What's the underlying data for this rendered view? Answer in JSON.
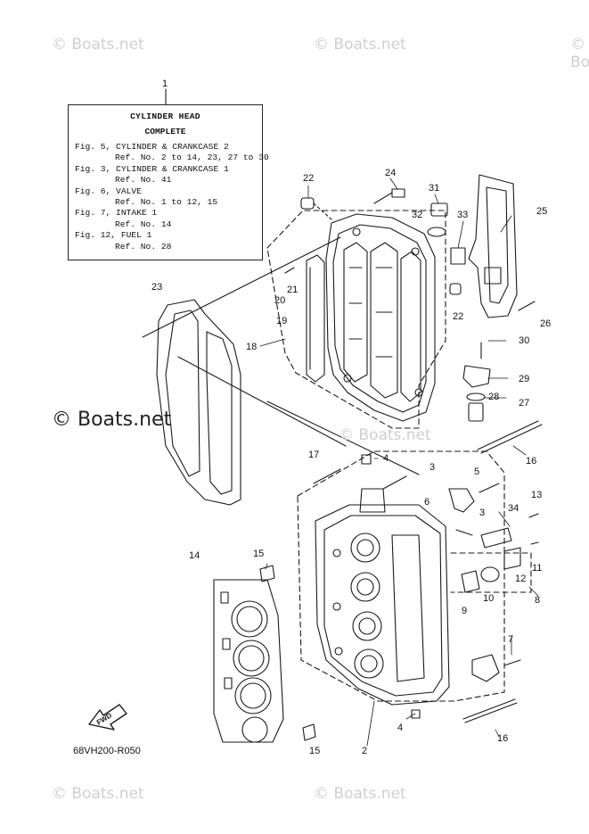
{
  "watermark": "© Boats.net",
  "info_box": {
    "title": "CYLINDER HEAD",
    "subtitle": "COMPLETE",
    "lines": [
      {
        "fig": "Fig. 5, CYLINDER & CRANKCASE 2",
        "ref": "Ref. No. 2 to 14, 23, 27 to 30"
      },
      {
        "fig": "Fig. 3, CYLINDER & CRANKCASE 1",
        "ref": "Ref. No. 41"
      },
      {
        "fig": "Fig. 6, VALVE",
        "ref": "Ref. No. 1 to 12, 15"
      },
      {
        "fig": "Fig. 7, INTAKE 1",
        "ref": "Ref. No. 14"
      },
      {
        "fig": "Fig. 12, FUEL 1",
        "ref": "Ref. No. 28"
      }
    ]
  },
  "fwd_label": "FWD",
  "diagram_code": "68VH200-R050",
  "callouts": [
    "1",
    "22",
    "24",
    "31",
    "32",
    "33",
    "25",
    "20",
    "21",
    "19",
    "18",
    "22",
    "26",
    "23",
    "30",
    "29",
    "28",
    "27",
    "16",
    "17",
    "4",
    "3",
    "5",
    "6",
    "3",
    "13",
    "34",
    "15",
    "14",
    "12",
    "11",
    "10",
    "9",
    "8",
    "7",
    "16",
    "4",
    "15",
    "2"
  ]
}
